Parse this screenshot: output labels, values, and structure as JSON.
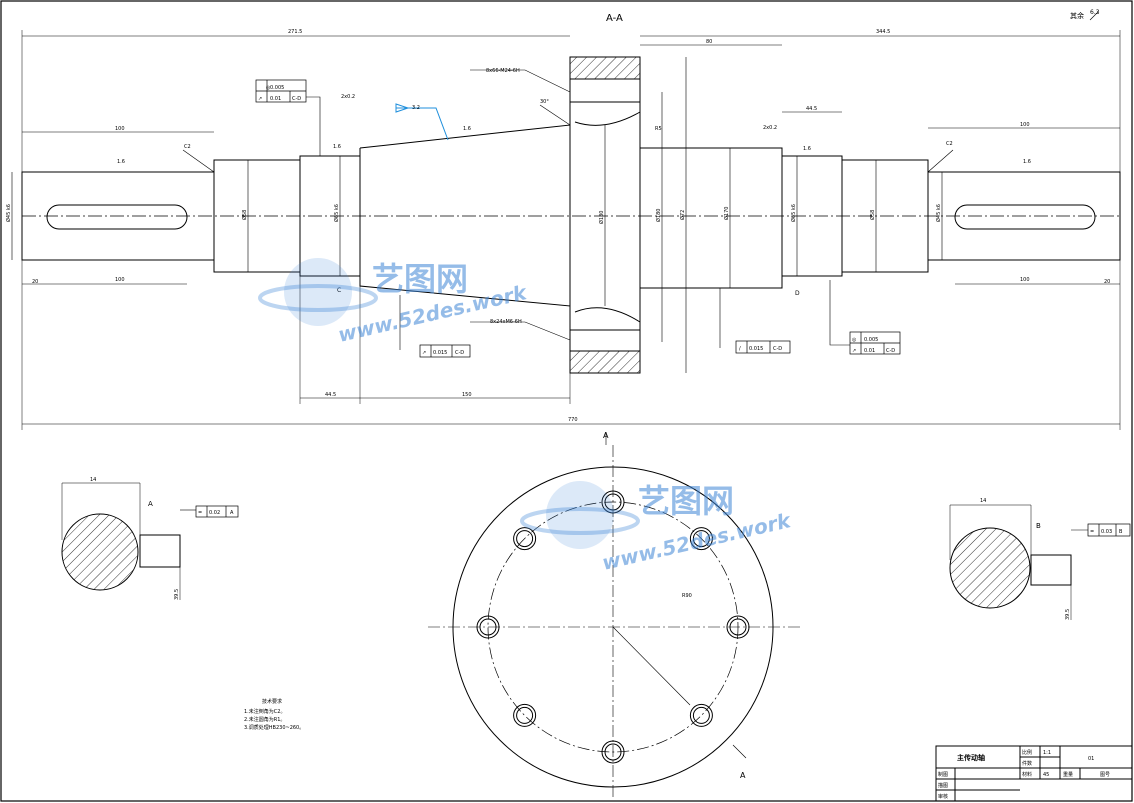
{
  "drawing": {
    "section_title": "A-A",
    "roughness_default": "6.3",
    "roughness_prefix": "其余"
  },
  "dimensions": {
    "overall_length": "770",
    "left_overall": "271.5",
    "right_overall": "344.5",
    "left_end_length": "100",
    "right_end_length": "100",
    "key_left": "100",
    "key_right": "100",
    "right_hub": "80",
    "bearing_left": "44.5",
    "bearing_right": "44.5",
    "mid_length": "150",
    "chamfer_left": "2x0.2",
    "chamfer_right": "2x0.2",
    "end_left_r": "20",
    "end_right_r": "20",
    "dia_left_end": "Ø45 k6",
    "dia_left_mid": "Ø58",
    "dia_left_bear": "Ø65 k6",
    "dia_flange": "Ø130",
    "dia_flange_hole": "Ø180",
    "dia_flange_bore": "Ø72",
    "dia_right_shoulder": "Ø170",
    "dia_right_mid": "Ø58",
    "dia_right_bear": "Ø65 k6",
    "dia_right_end": "Ø45 k6",
    "thread_top": "8x66-M24-6H",
    "thread_bot": "8x24xM6-6H",
    "chamfer_c": "C2",
    "angle_label": "30°",
    "radius_label": "R5",
    "roughness_1": "1.6",
    "roughness_2": "1.6",
    "roughness_3": "1.6",
    "roughness_4": "1.6",
    "roughness_5": "1.6",
    "roughness_6": "3.2",
    "small_sec_left_w": "14",
    "small_sec_left_h": "39.5",
    "small_sec_right_w": "14",
    "small_sec_right_h": "39.5",
    "pcd_label": "R90"
  },
  "tolerances": {
    "f1_sym": "◎",
    "f1_val": "0.005",
    "f2_sym": "↗",
    "f2_val": "0.01",
    "f2_datum": "C-D",
    "f3_sym": "↗",
    "f3_val": "0.015",
    "f3_datum": "C-D",
    "f4_sym": "/",
    "f4_val": "0.015",
    "f4_datum": "C-D",
    "f5_sym": "◎",
    "f5_val": "0.005",
    "f6_sym": "↗",
    "f6_val": "0.01",
    "f6_datum": "C-D",
    "key_left_sym": "=",
    "key_left_val": "0.02",
    "key_left_datum": "A",
    "key_right_sym": "=",
    "key_right_val": "0.03",
    "key_right_datum": "B",
    "datum_a": "A",
    "datum_b": "B",
    "datum_c": "C",
    "datum_d": "D"
  },
  "notes": {
    "heading": "技术要求",
    "line1": "1.未注倒角为C2。",
    "line2": "2.未注圆角为R1。",
    "line3": "3.调质处理HB230~260。"
  },
  "section_marks": {
    "top": "A",
    "bottom": "A"
  },
  "title_block": {
    "part_name": "主传动轴",
    "scale_label": "比例",
    "scale_value": "1:1",
    "qty_label": "件数",
    "material_label": "材料",
    "material_value": "45",
    "drawing_no_label": "图号",
    "drawing_no": "01",
    "weight_label": "重量",
    "designer_label": "制图",
    "checker_label": "描图",
    "approver_label": "审核"
  },
  "watermark": {
    "brand": "艺图网",
    "url": "www.52des.work"
  }
}
